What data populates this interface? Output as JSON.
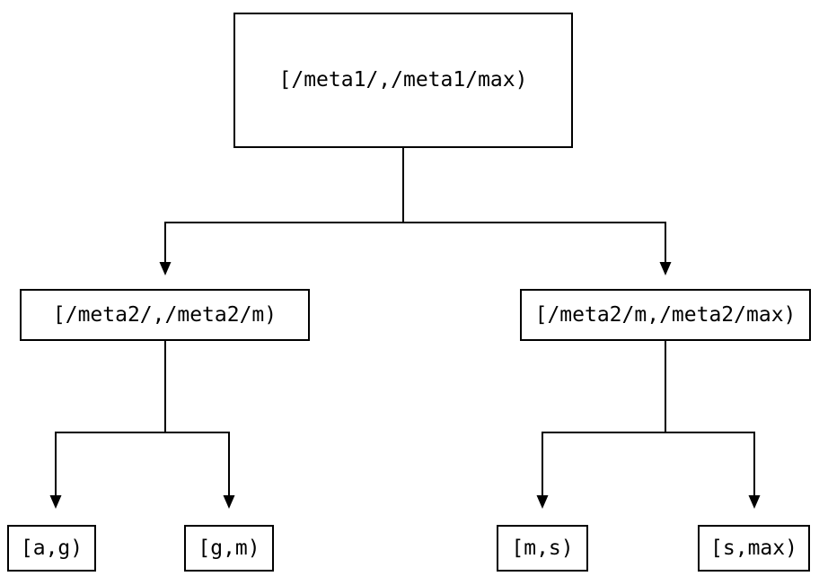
{
  "diagram": {
    "type": "tree",
    "colors": {
      "line": "#000000",
      "background": "#ffffff",
      "text": "#000000"
    },
    "root": {
      "label": "[/meta1/,/meta1/max)"
    },
    "level2": [
      {
        "label": "[/meta2/,/meta2/m)"
      },
      {
        "label": "[/meta2/m,/meta2/max)"
      }
    ],
    "leaves": [
      {
        "label": "[a,g)"
      },
      {
        "label": "[g,m)"
      },
      {
        "label": "[m,s)"
      },
      {
        "label": "[s,max)"
      }
    ]
  }
}
